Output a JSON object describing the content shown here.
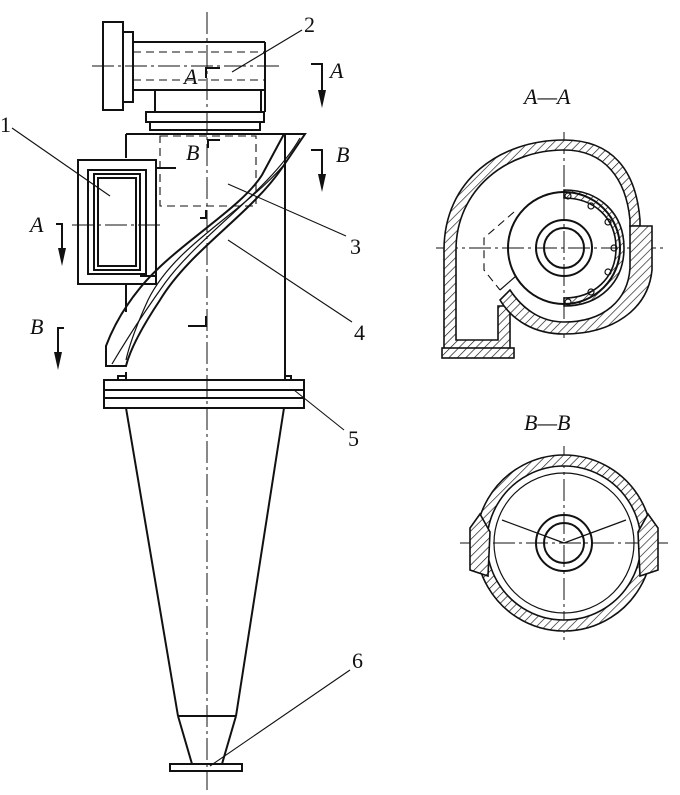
{
  "part_labels": [
    {
      "id": "1",
      "text": "1"
    },
    {
      "id": "2",
      "text": "2"
    },
    {
      "id": "3",
      "text": "3"
    },
    {
      "id": "4",
      "text": "4"
    },
    {
      "id": "5",
      "text": "5"
    },
    {
      "id": "6",
      "text": "6"
    }
  ],
  "section_marks": {
    "a_top": "A",
    "a_arrow": "A",
    "a_left": "A",
    "b_top": "B",
    "b_arrow": "B",
    "b_left": "B"
  },
  "views": {
    "section_aa_title": "A—A",
    "section_bb_title": "B—B"
  }
}
